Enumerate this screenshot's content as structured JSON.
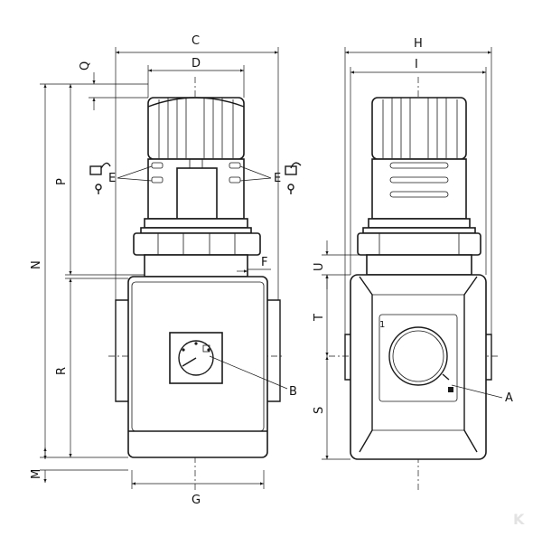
{
  "diagram": {
    "labels": {
      "C": "C",
      "D": "D",
      "Q": "Q",
      "P": "P",
      "N": "N",
      "R": "R",
      "M": "M",
      "E_left": "E",
      "E_right": "E",
      "F": "F",
      "B": "B",
      "G": "G",
      "H": "H",
      "I": "I",
      "U": "U",
      "T": "T",
      "S": "S",
      "A": "A",
      "port_number": "1"
    },
    "watermark": "K"
  }
}
